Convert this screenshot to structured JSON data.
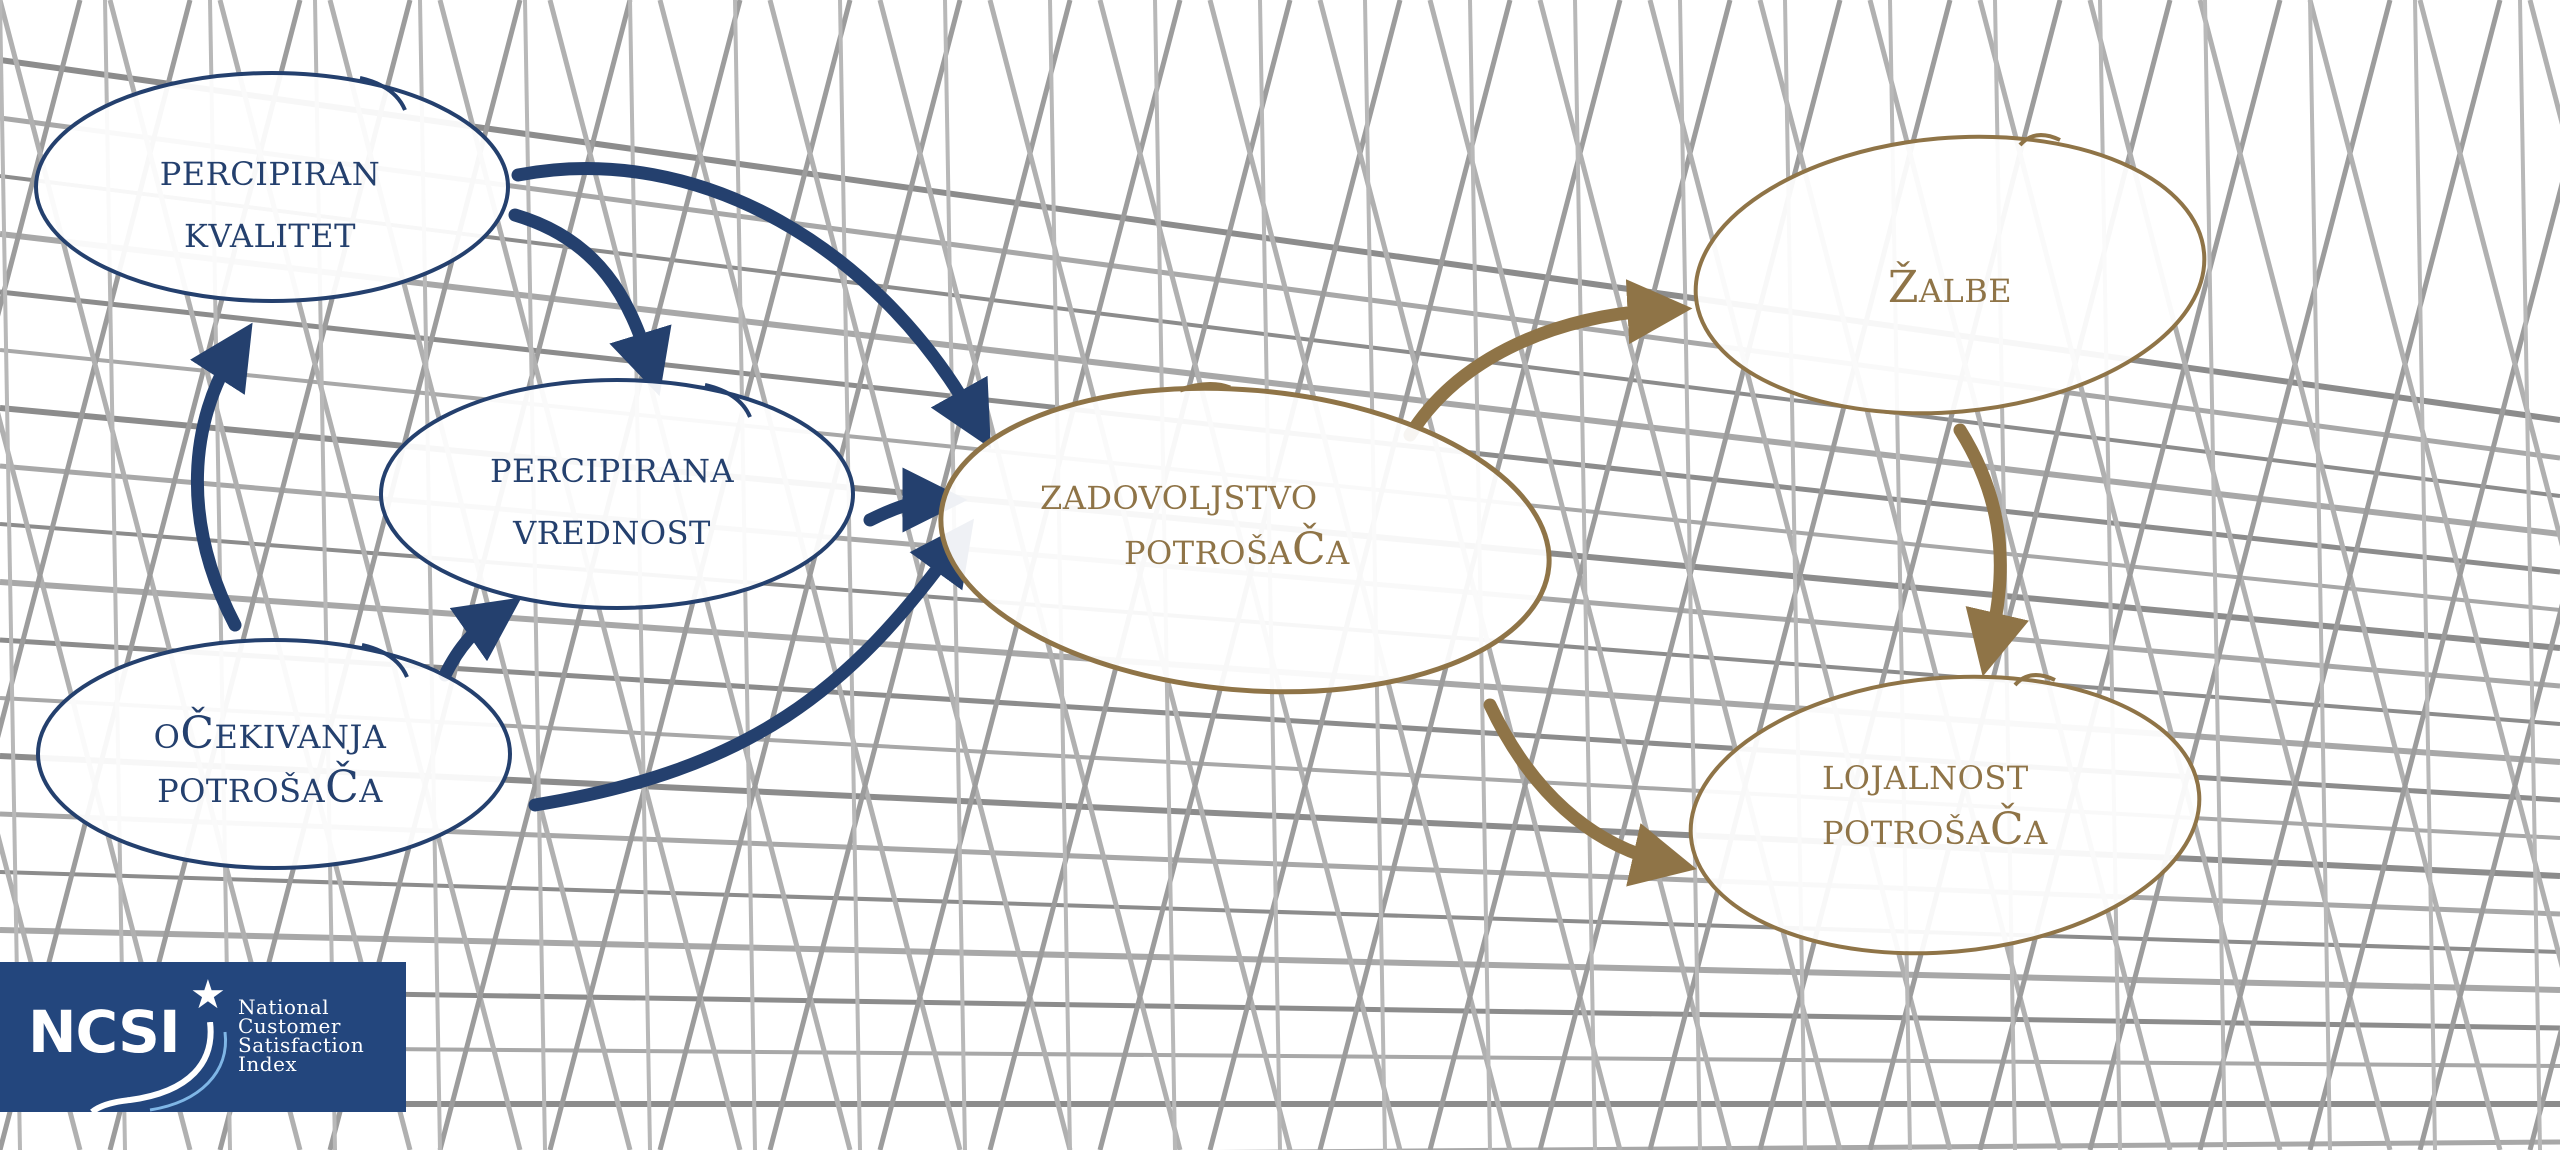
{
  "colors": {
    "navy": "#24406e",
    "gold": "#8f7447",
    "logo_bg": "#23467d"
  },
  "nodes": {
    "perceived_quality": {
      "line1": "PERCIPIRAN",
      "line2": "KVALITET"
    },
    "perceived_value": {
      "line1": "PERCIPIRANA",
      "line2": "VREDNOST"
    },
    "customer_expectations": {
      "line1_cap": "O",
      "line1_big": "Č",
      "line1_rest": "EKIVANJA",
      "line2_lead": "POTROŠA",
      "line2_big": "Č",
      "line2_end": "A"
    },
    "customer_satisfaction": {
      "line1": "ZADOVOLJSTVO",
      "line2_lead": "POTROŠA",
      "line2_big": "Č",
      "line2_end": "A"
    },
    "complaints": {
      "big": "Ž",
      "rest": "ALBE"
    },
    "customer_loyalty": {
      "line1": "LOJALNOST",
      "line2_lead": "POTROŠA",
      "line2_big": "Č",
      "line2_end": "A"
    }
  },
  "logo": {
    "acronym": "NCSI",
    "line1": "National",
    "line2": "Customer",
    "line3": "Satisfaction",
    "line4": "Index"
  }
}
